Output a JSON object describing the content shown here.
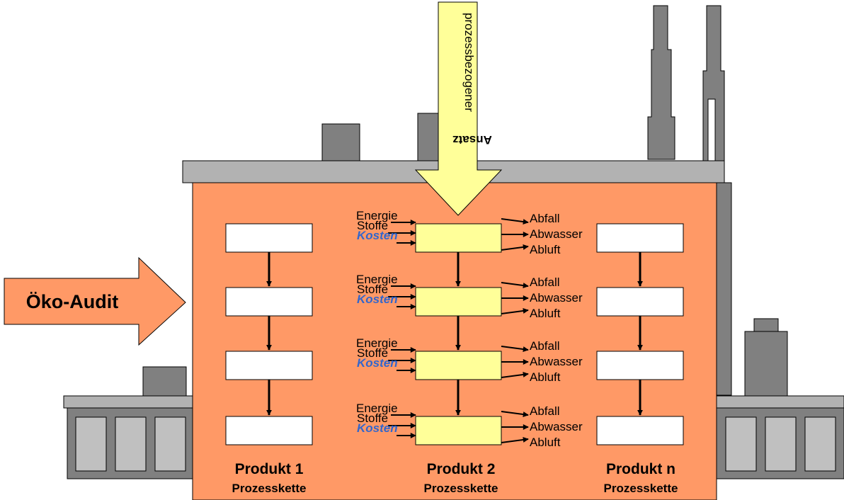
{
  "audit_label": "Öko-Audit",
  "approach_arrow": {
    "line1": "prozessbezogener",
    "line2": "Ansatz"
  },
  "inputs": {
    "energy": "Energie",
    "materials": "Stoffe",
    "costs": "Kosten"
  },
  "outputs": {
    "waste": "Abfall",
    "wastewater": "Abwasser",
    "exhaust": "Abluft"
  },
  "products": [
    {
      "name": "Produkt 1",
      "chain": "Prozesskette"
    },
    {
      "name": "Produkt 2",
      "chain": "Prozesskette"
    },
    {
      "name": "Produkt n",
      "chain": "Prozesskette"
    }
  ],
  "colors": {
    "building": "#ff9966",
    "roof": "#b2b2b2",
    "chimney": "#808080",
    "process_box": "#ffff99",
    "approach_arrow": "#ffff99",
    "cost_text": "#3366cc",
    "wing_window": "#c0c0c0"
  }
}
